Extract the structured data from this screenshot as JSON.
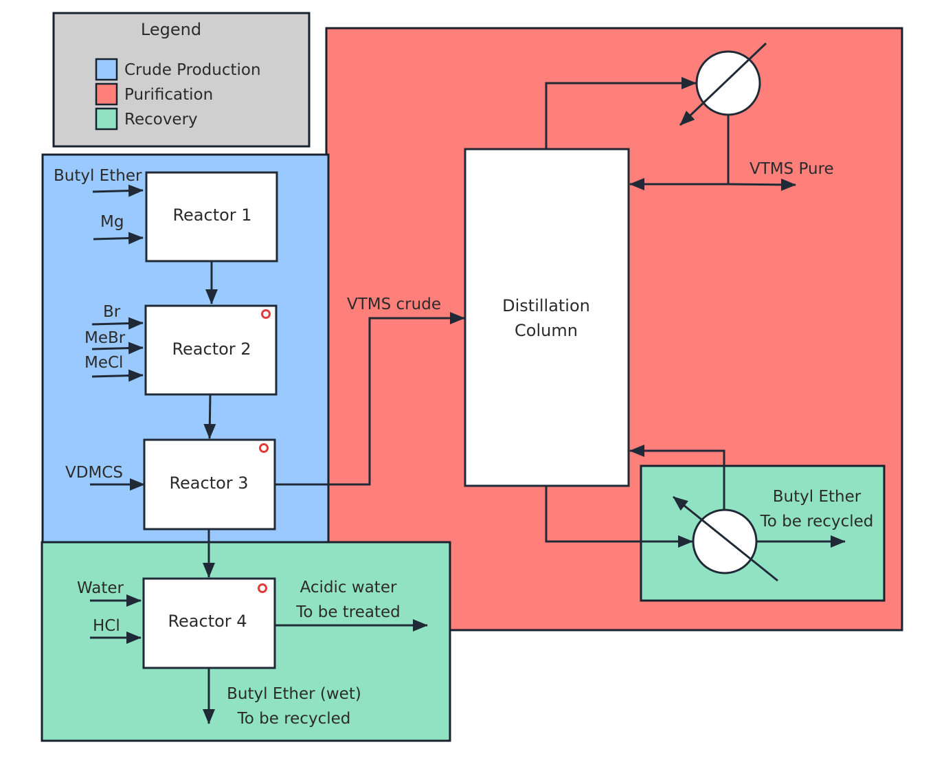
{
  "legend": {
    "title": "Legend",
    "items": [
      {
        "label": "Crude Production",
        "color": "#99c9ff"
      },
      {
        "label": "Purification",
        "color": "#ff7f7b"
      },
      {
        "label": "Recovery",
        "color": "#91e2c2"
      }
    ],
    "background": "#cfcfcf"
  },
  "units": {
    "reactor1": "Reactor 1",
    "reactor2": "Reactor 2",
    "reactor3": "Reactor 3",
    "reactor4": "Reactor 4",
    "column_line1": "Distillation",
    "column_line2": "Column"
  },
  "streams": {
    "butyl_ether_in": "Butyl Ether",
    "mg": "Mg",
    "br": "Br",
    "mebr": "MeBr",
    "mecl": "MeCl",
    "vdmcs": "VDMCS",
    "vtms_crude": "VTMS crude",
    "vtms_pure": "VTMS Pure",
    "water": "Water",
    "hcl": "HCl",
    "acidic_line1": "Acidic water",
    "acidic_line2": "To be treated",
    "be_wet_line1": "Butyl Ether (wet)",
    "be_wet_line2": "To be recycled",
    "be_rec_line1": "Butyl Ether",
    "be_rec_line2": "To be recycled"
  },
  "colors": {
    "line": "#1f2a36",
    "indicator": "#e03a3a"
  }
}
